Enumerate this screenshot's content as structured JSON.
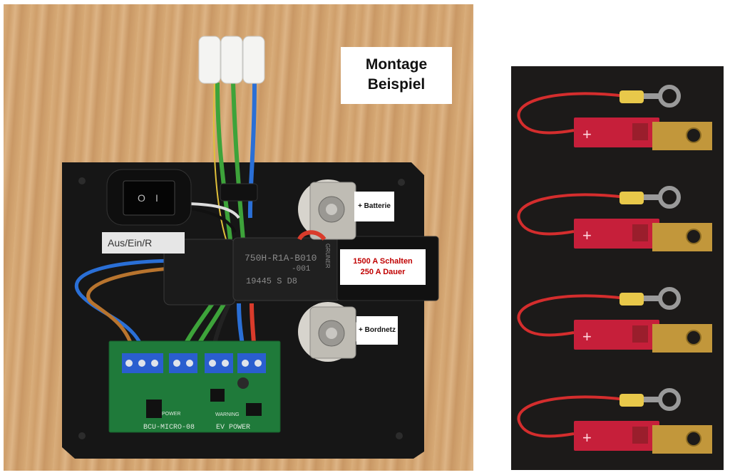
{
  "left_photo": {
    "title_line1": "Montage",
    "title_line2": "Beispiel",
    "switch_label": "Aus/Ein/R",
    "battery_label": "+ Batterie",
    "onboard_label": "+ Bordnetz",
    "rating_line1": "1500 A Schalten",
    "rating_line2": "250 A Dauer",
    "relay_marking_1": "750H-R1A-B010",
    "relay_marking_2": "-001",
    "relay_marking_3": "19445 S D8",
    "relay_marking_4": "GRUNER",
    "pcb_marking": "BCU-MICRO-08",
    "pcb_power": "EV POWER",
    "pcb_warning": "WARNING",
    "pcb_power2": "POWER",
    "switch_off": "O",
    "switch_on": "I",
    "colors": {
      "board": "#161616",
      "pcb": "#1f7a3a",
      "terminal": "#2a5ecf",
      "rating_text": "#c00000"
    }
  },
  "right_photo": {
    "sensors": 4,
    "colors": {
      "pcb": "#c61f3a",
      "wire": "#d42d2d",
      "lug": "#e8c84a",
      "plate": "#c2973b"
    }
  }
}
